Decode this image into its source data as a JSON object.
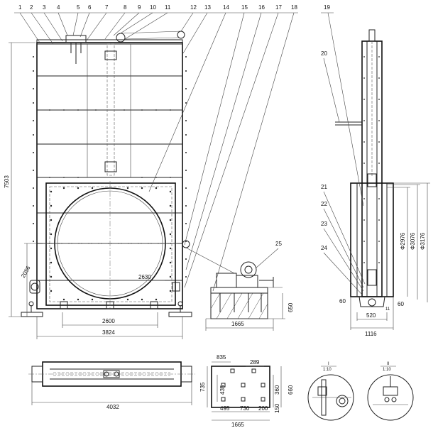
{
  "part_numbers": [
    "1",
    "2",
    "3",
    "4",
    "5",
    "6",
    "7",
    "8",
    "9",
    "10",
    "11",
    "12",
    "13",
    "14",
    "15",
    "16",
    "17",
    "18",
    "19",
    "20",
    "21",
    "22",
    "23",
    "24",
    "25"
  ],
  "dimensions": {
    "front_height": "7503",
    "bottom_left_height": "2056",
    "diameter_front": "2630",
    "width_inner": "2600",
    "width_outer": "3824",
    "motor_base_width": "1665",
    "motor_base_height": "650",
    "side_d1": "Φ2976",
    "side_d2": "Φ3076",
    "side_d3": "Φ3176",
    "side_60a": "60",
    "side_60b": "60",
    "side_11": "11",
    "side_520": "520",
    "side_1116": "1116",
    "plan_width": "4032",
    "base_835": "835",
    "base_289": "289",
    "base_735": "735",
    "base_435": "435",
    "base_360": "360",
    "base_660": "660",
    "base_495": "495",
    "base_730": "730",
    "base_200": "200",
    "base_150": "150",
    "base_1665": "1665"
  },
  "details": {
    "detail1_label": "I",
    "detail1_scale": "1:10",
    "detail2_label": "II",
    "detail2_scale": "1:10"
  }
}
